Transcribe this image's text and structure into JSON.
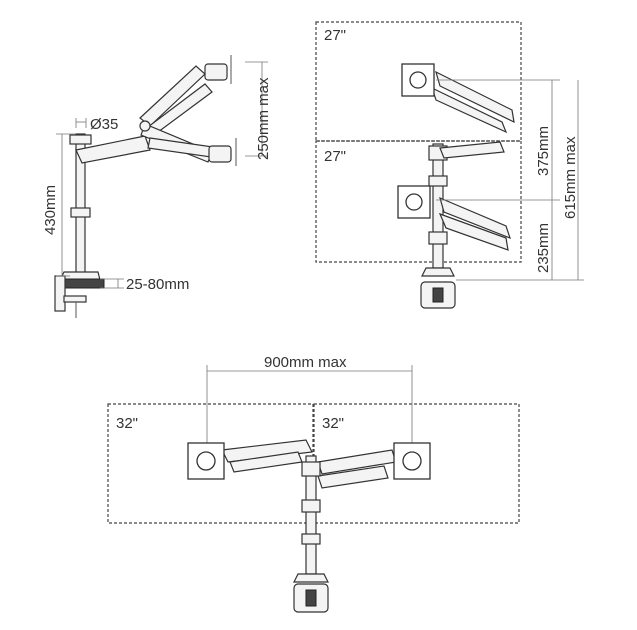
{
  "labels": {
    "clamp_diameter": "Ø35",
    "pole_height": "430mm",
    "desk_thickness": "25-80mm",
    "vertical_range": "250mm max",
    "screen_top": "27\"",
    "screen_bottom": "27\"",
    "upper_height": "375mm",
    "lower_height": "235mm",
    "total_height": "615mm max",
    "span_width": "900mm max",
    "screen_left": "32\"",
    "screen_right": "32\""
  },
  "colors": {
    "line": "#555555",
    "part_fill": "#f4f4f4",
    "dark": "#444444",
    "text": "#333333"
  }
}
